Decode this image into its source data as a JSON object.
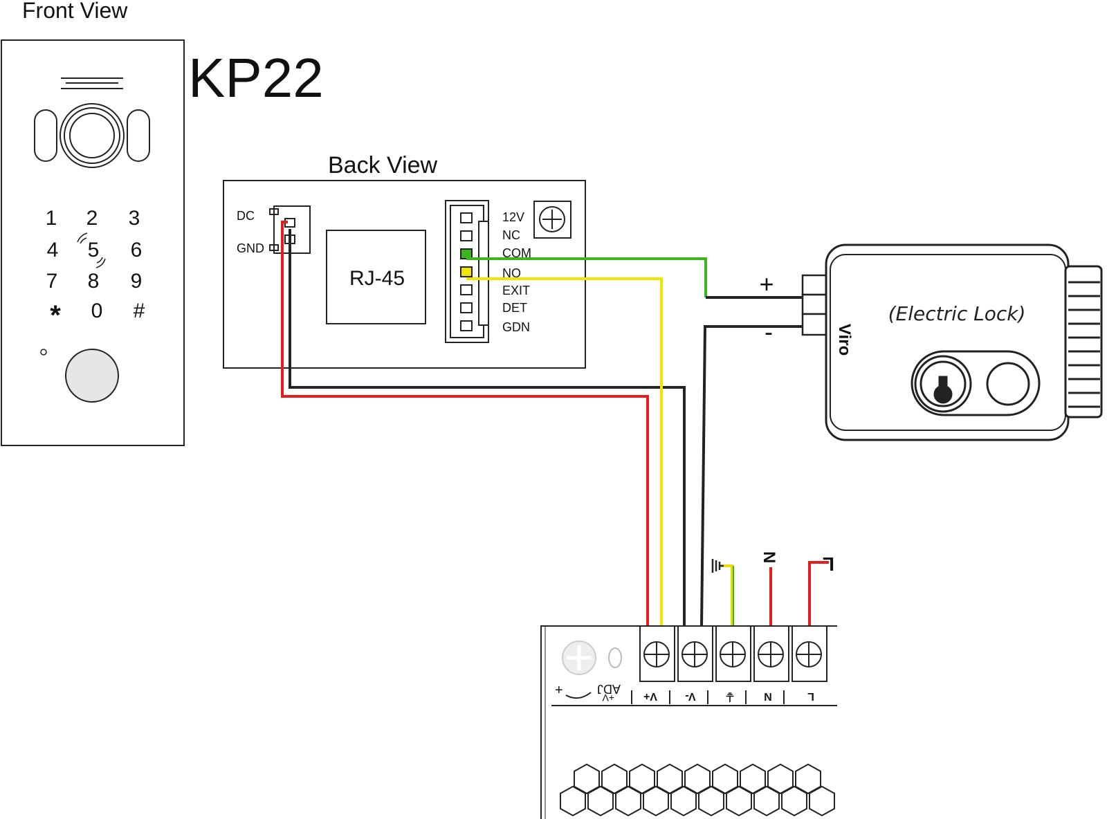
{
  "front_view": {
    "title": "Front View",
    "model": "KP22",
    "keys": [
      "1",
      "2",
      "3",
      "4",
      "5",
      "6",
      "7",
      "8",
      "9",
      "*",
      "0",
      "#"
    ]
  },
  "back_view": {
    "title": "Back View",
    "dc_label": "DC",
    "gnd_label": "GND",
    "rj45_label": "RJ-45",
    "terminals": [
      "12V",
      "NC",
      "COM",
      "NO",
      "EXIT",
      "DET",
      "GDN"
    ]
  },
  "electric_lock": {
    "label": "(Electric Lock)",
    "plus": "+",
    "minus": "-",
    "brand": "Viro"
  },
  "power_supply": {
    "terminal_labels": [
      "V+",
      "V-",
      "⏚",
      "N",
      "L"
    ],
    "adj_label": "ADJ",
    "adj_sub": "+V",
    "input_labels": {
      "earth": "⏚",
      "neutral": "N",
      "line": "L"
    }
  },
  "colors": {
    "red": "#e41e1e",
    "black": "#222222",
    "yellow": "#f2e600",
    "green": "#3cb521",
    "earth_yellow": "#e8e000"
  }
}
